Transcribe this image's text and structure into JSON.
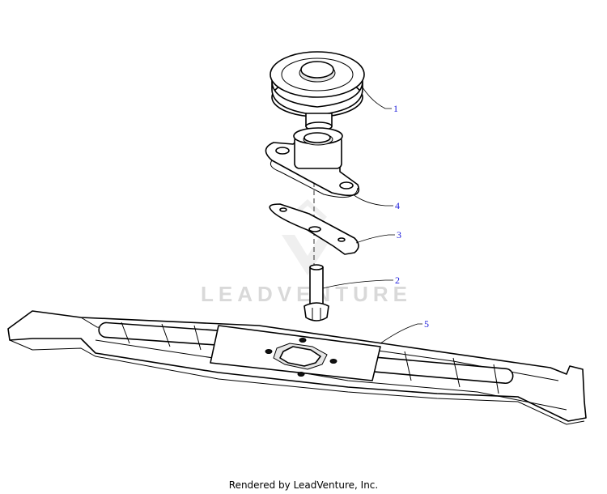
{
  "watermark": {
    "text": "LEADVENTURE"
  },
  "callouts": [
    {
      "id": "1",
      "label": "1"
    },
    {
      "id": "2",
      "label": "2"
    },
    {
      "id": "3",
      "label": "3"
    },
    {
      "id": "4",
      "label": "4"
    },
    {
      "id": "5",
      "label": "5"
    }
  ],
  "footer": {
    "text": "Rendered by LeadVenture, Inc."
  },
  "colors": {
    "callout": "#1a1adb",
    "line": "#000000",
    "watermark": "#d9d9d9"
  }
}
